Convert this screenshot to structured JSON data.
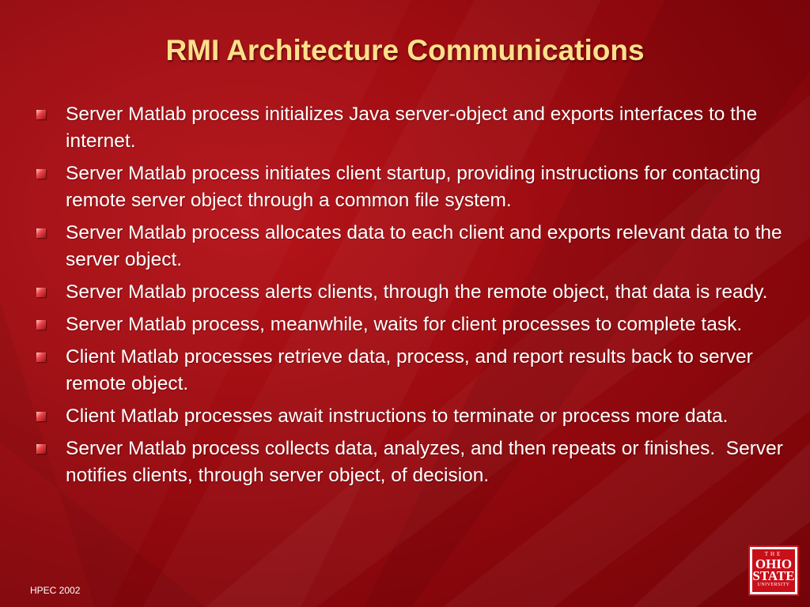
{
  "slide": {
    "title": "RMI Architecture Communications",
    "bullets": [
      "Server Matlab process initializes Java server-object and exports interfaces to the internet.",
      "Server Matlab process initiates client startup, providing instructions for contacting remote server object through a common file system.",
      "Server Matlab process allocates data to each client and exports relevant data to the server object.",
      "Server Matlab process alerts clients, through the remote object, that data is ready.",
      "Server Matlab process, meanwhile, waits for client processes to complete task.",
      "Client Matlab processes retrieve data, process, and report results back to server remote object.",
      "Client Matlab processes await instructions to terminate or process more data.",
      "Server Matlab process collects data, analyzes, and then repeats or finishes.  Server notifies clients, through server object, of decision."
    ],
    "footer": "HPEC 2002"
  },
  "logo": {
    "line1": "THE",
    "line2": "OHIO",
    "line3": "STATE",
    "line4": "UNIVERSITY"
  },
  "colors": {
    "background": "#9a0a0f",
    "title": "#ffe08a",
    "text": "#ffffff",
    "bullet": "#e8474c",
    "logo_red": "#c8101a"
  }
}
